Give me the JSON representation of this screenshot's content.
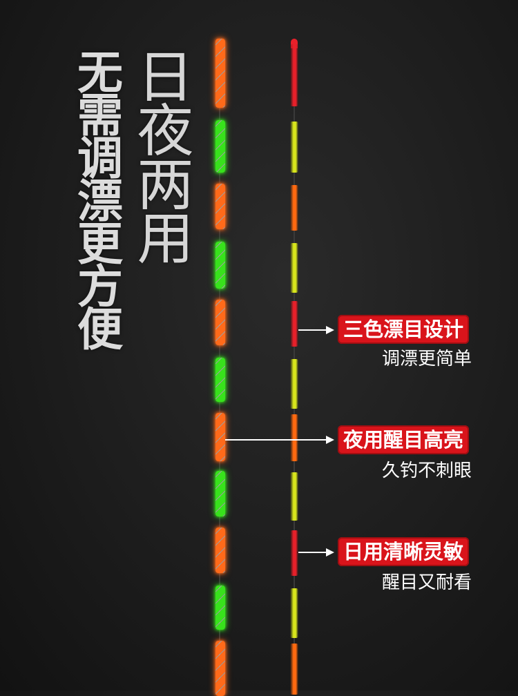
{
  "headline_left": "无需调漂更方便",
  "headline_right": "日夜两用",
  "callouts": [
    {
      "title": "三色漂目设计",
      "subtitle": "调漂更简单"
    },
    {
      "title": "夜用醒目高亮",
      "subtitle": "久钓不刺眼"
    },
    {
      "title": "日用清晰灵敏",
      "subtitle": "醒目又耐看"
    }
  ],
  "colors": {
    "label_bg": "#d9141b",
    "glow_orange": "#ff6a1a",
    "glow_green": "#38e21c",
    "day_red": "#e8202a",
    "day_yellow": "#d8e61c",
    "day_orange": "#ff6a10"
  }
}
